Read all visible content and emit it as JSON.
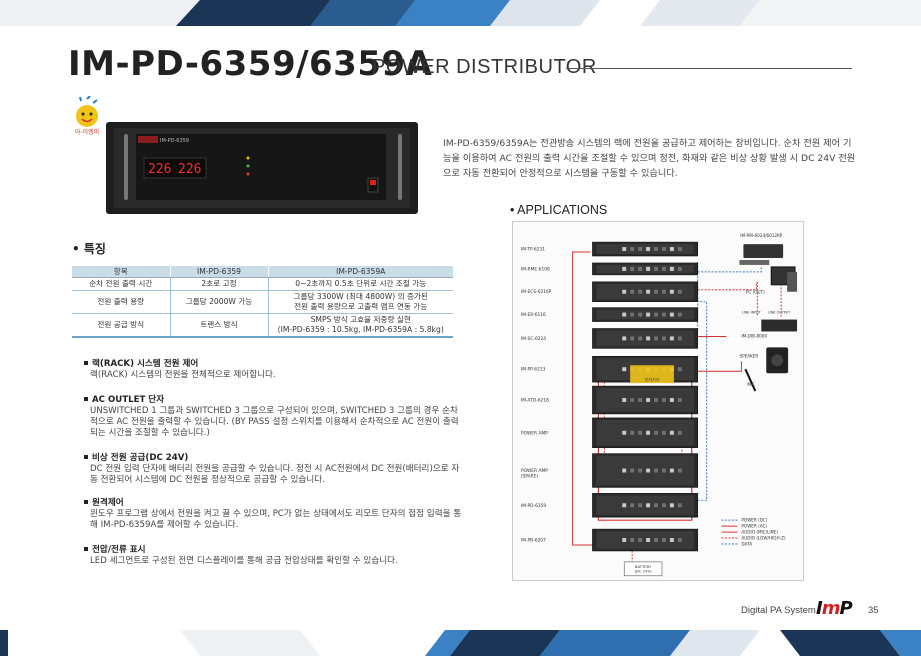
{
  "header": {
    "model": "IM-PD-6359/6359A",
    "subtitle": "POWER DISTRIBUTOR"
  },
  "logo": {
    "text": "아-이엠피"
  },
  "product_panel": {
    "display_left": "226",
    "display_right": "226",
    "brand_label": "inter-M",
    "model_label": "IM-PD-6359"
  },
  "intro": {
    "text": "IM-PD-6359/6359A는 전관방송 시스템의 랙에 전원을 공급하고 제어하는 장비입니다. 순차 전원 제어 기능을 이용하여 AC 전원의 출력 시간을 조절할 수 있으며 정전, 화재와 같은 비상 상황 발생 시 DC 24V 전원으로 자동 전환되어 안정적으로 시스템을 구동할 수 있습니다."
  },
  "applications": {
    "title": "• APPLICATIONS"
  },
  "features": {
    "title": "• 특징",
    "table": {
      "headers": [
        "항목",
        "IM-PD-6359",
        "IM-PD-6359A"
      ],
      "rows": [
        [
          "순차 전원 출력 시간",
          "2초로 고정",
          "0~2초까지 0.5초 단위로 시간 조절 가능"
        ],
        [
          "전원 출력 용량",
          "그룹당 2000W 가능",
          "그룹당 3300W (최대 4800W) 의 증가된\n전원 출력 용량으로 고출력 앰프 연동 가능"
        ],
        [
          "전원 공급 방식",
          "트랜스 방식",
          "SMPS 방식 고효율 저중량 실현\n(IM-PD-6359 : 10.5kg, IM-PD-6359A : 5.8kg)"
        ]
      ]
    },
    "items": [
      {
        "title": "랙(RACK) 시스템 전원 제어",
        "body": "랙(RACK) 시스템의 전원을 전체적으로 제어합니다."
      },
      {
        "title": "AC OUTLET 단자",
        "body": "UNSWITCHED 1 그룹과 SWITCHED 3 그룹으로 구성되어 있으며, SWITCHED 3 그룹의 경우 순차적으로 AC 전원을 출력할 수 있습니다. (BY PASS 설정 스위치를 이용해서 순차적으로 AC 전원이 출력되는 시간을 조절할 수 있습니다.)"
      },
      {
        "title": "비상 전원 공급(DC 24V)",
        "body": "DC 전원 입력 단자에 배터리 전원을 공급할 수 있습니다. 정전 시 AC전원에서 DC 전원(배터리)으로 자동 전환되어 시스템에 DC 전원을 정상적으로 공급할 수 있습니다."
      },
      {
        "title": "원격제어",
        "body": "윈도우 프로그램 상에서 전원을 켜고 끌 수 있으며, PC가 없는 상태에서도 리모트 단자의 접점 입력을 통해 IM-PD-6359A를 제어할 수 있습니다."
      },
      {
        "title": "전압/전류 표시",
        "body": "LED 세그먼트로 구성된 전면 디스플레이를 통해 공급 전압상태를 확인할 수 있습니다."
      }
    ]
  },
  "diagram": {
    "devices": [
      "IM-TP-6231",
      "IM-RME-6108",
      "IM-ECS-6216P",
      "IM-ER-6116",
      "IM-SC-6224",
      "IM-PP-6213",
      "IM-ATD-6218",
      "POWER AMP",
      "POWER AMP\n(SPARE)",
      "IM-PD-6359",
      "IM-PB-6207"
    ],
    "side_labels": {
      "remote": "IM-RM-6024/6012KP",
      "pc": "PC (OUT)",
      "dib": "IM-DIB-8000",
      "speaker": "SPEAKER",
      "mic": "MIC",
      "battery": "BATTERY\n(DC 24V)",
      "line_in": "LINE INPUT",
      "line_out": "LINE OUTPUT",
      "yellow": "순차기기"
    },
    "legend": [
      "POWER (DC)",
      "POWER (AC)",
      "AUDIO (MIC/LINE)",
      "AUDIO (LOW/HIGH-Z)",
      "DATA"
    ]
  },
  "footer": {
    "label": "Digital PA System",
    "brand_i": "I",
    "brand_m": "m",
    "brand_p": "P",
    "page": "35"
  },
  "colors": {
    "band_dark": "#1a3556",
    "band_blue": "#2f6fb0",
    "band_light": "#dfe6ee",
    "table_header": "#c9dde9",
    "accent_red": "#d42020"
  }
}
